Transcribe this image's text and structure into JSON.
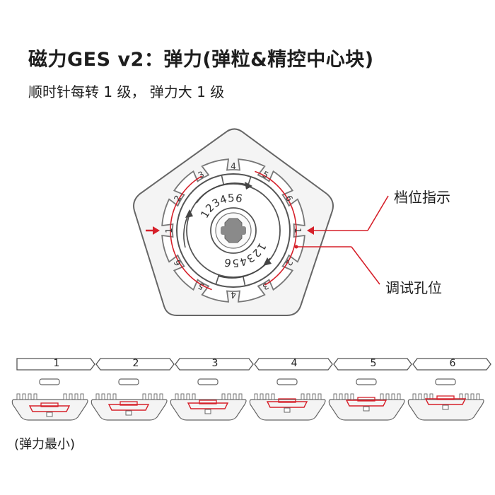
{
  "header": {
    "title": "磁力GES v2：弹力(弹粒&精控中心块)",
    "subtitle": "顺时针每转 1 级， 弹力大 1 级"
  },
  "callouts": {
    "gear_indicator": "档位指示",
    "adjust_hole": "调试孔位"
  },
  "dial": {
    "outer_numbers": [
      "1",
      "2",
      "3",
      "4",
      "5",
      "6",
      "1",
      "2",
      "3",
      "4",
      "5",
      "6"
    ],
    "inner_numbers": [
      "1",
      "2",
      "3",
      "4",
      "5",
      "6",
      "1",
      "2",
      "3",
      "4",
      "5",
      "6"
    ]
  },
  "levels": {
    "labels": [
      "1",
      "2",
      "3",
      "4",
      "5",
      "6"
    ]
  },
  "note": "(弹力最小)",
  "colors": {
    "accent_red": "#d6202a",
    "outline": "#555555",
    "fill_light": "#f4f4f4"
  }
}
